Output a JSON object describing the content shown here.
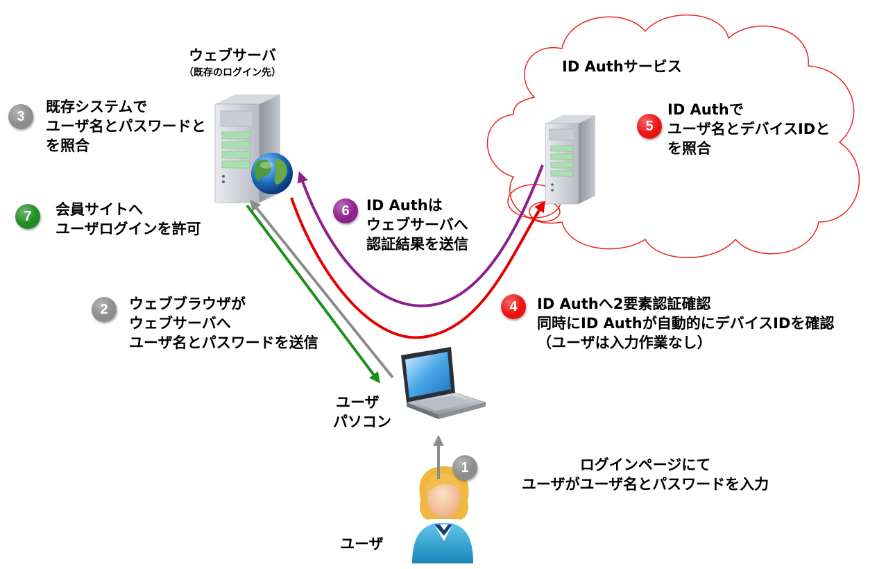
{
  "colors": {
    "step_gray": "#8c8c8c",
    "step_red": "#ee1111",
    "step_purple": "#8e1f8e",
    "step_green": "#1e8c1e",
    "cloud_line": "#e8231e",
    "arrow_green": "#1a8f1a",
    "arrow_gray": "#8c8c8c",
    "arrow_red": "#e60000",
    "arrow_purple": "#8b1f8b"
  },
  "nodes": {
    "web_server": {
      "title": "ウェブサーバ",
      "subtitle": "（既存のログイン先）"
    },
    "id_auth_service": {
      "title": "ID Authサービス"
    },
    "user_pc": {
      "line1": "ユーザ",
      "line2": "パソコン"
    },
    "user": {
      "label": "ユーザ"
    }
  },
  "steps": [
    {
      "number": "1",
      "color": "gray",
      "lines": [
        "ログインページにて",
        "ユーザがユーザ名とパスワードを入力"
      ]
    },
    {
      "number": "2",
      "color": "gray",
      "lines": [
        "ウェブブラウザが",
        "ウェブサーバへ",
        "ユーザ名とパスワードを送信"
      ]
    },
    {
      "number": "3",
      "color": "gray",
      "lines": [
        "既存システムで",
        "ユーザ名とパスワードと",
        "を照合"
      ]
    },
    {
      "number": "4",
      "color": "red",
      "lines": [
        "ID Authへ2要素認証確認",
        "同時にID Authが自動的にデバイスIDを確認",
        "（ユーザは入力作業なし）"
      ]
    },
    {
      "number": "5",
      "color": "red",
      "lines": [
        "ID Authで",
        "ユーザ名とデバイスIDと",
        "を照合"
      ]
    },
    {
      "number": "6",
      "color": "purple",
      "lines": [
        "ID Authは",
        "ウェブサーバへ",
        "認証結果を送信"
      ]
    },
    {
      "number": "7",
      "color": "green",
      "lines": [
        "会員サイトへ",
        "ユーザログインを許可"
      ]
    }
  ]
}
